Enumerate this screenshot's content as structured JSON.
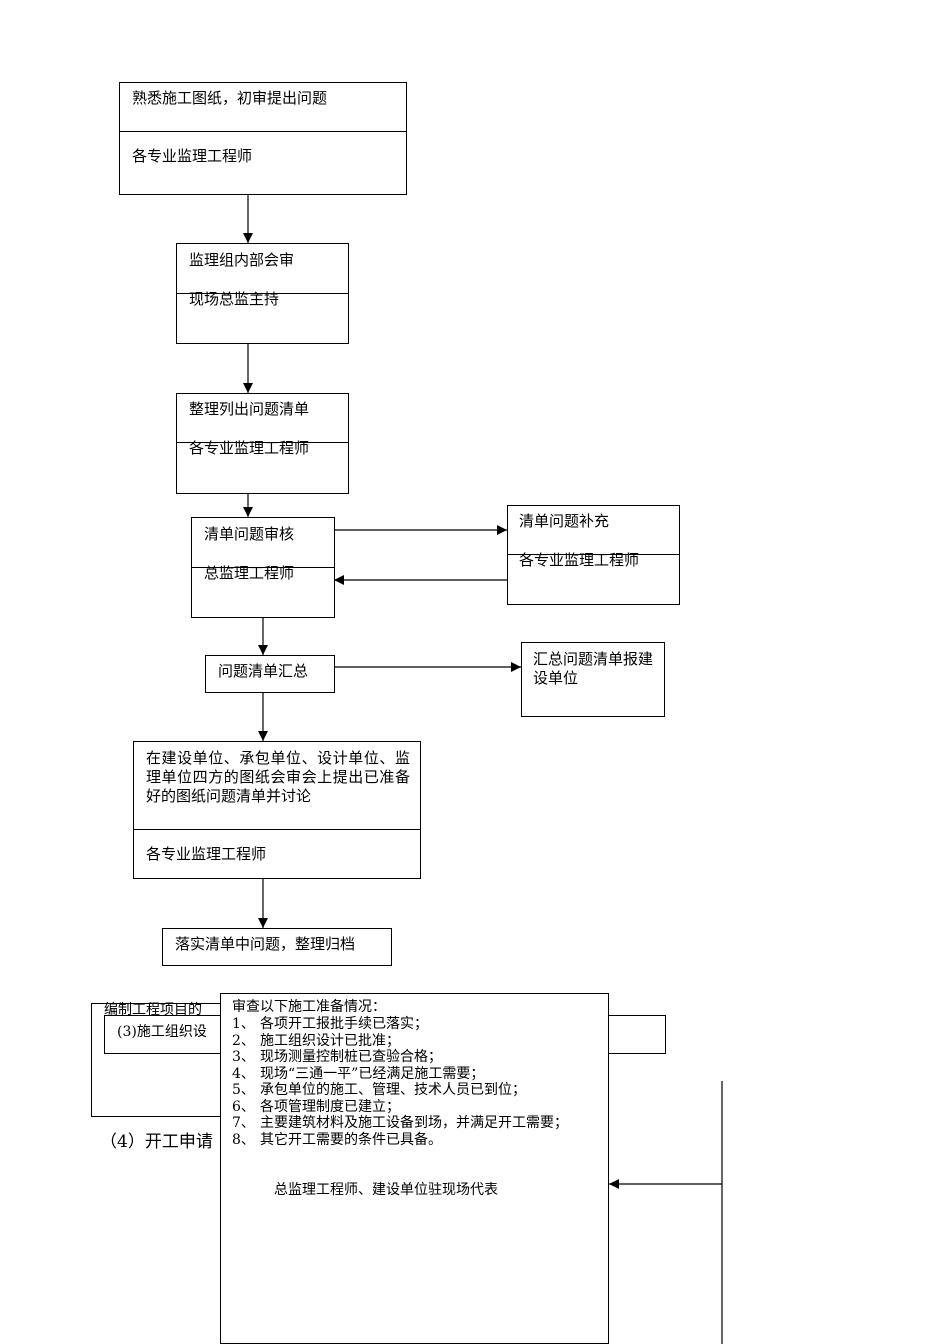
{
  "flow": {
    "step1": {
      "task": "熟悉施工图纸，初审提出问题",
      "role": "各专业监理工程师"
    },
    "step2": {
      "task": "监理组内部会审",
      "role": "现场总监主持"
    },
    "step3": {
      "task": "整理列出问题清单",
      "role": "各专业监理工程师"
    },
    "step4": {
      "task": "清单问题审核",
      "role": "总监理工程师"
    },
    "step4b": {
      "task": "清单问题补充",
      "role": "各专业监理工程师"
    },
    "step5": {
      "task": "问题清单汇总"
    },
    "step5b": {
      "task": "汇总问题清单报建设单位"
    },
    "step6": {
      "task": "在建设单位、承包单位、设计单位、监理单位四方的图纸会审会上提出已准备好的图纸问题清单并讨论",
      "role": "各专业监理工程师"
    },
    "step7": {
      "task": "落实清单中问题，整理归档"
    }
  },
  "section3": {
    "heading_partial": "编制工程项目的",
    "label_partial": "(3)施工组织设"
  },
  "section4": {
    "heading_partial": "（4）开工申请"
  },
  "checklist": {
    "title": "审查以下施工准备情况：",
    "items": [
      {
        "num": "1、",
        "text": "各项开工报批手续已落实；"
      },
      {
        "num": "2、",
        "text": "施工组织设计已批准；"
      },
      {
        "num": "3、",
        "text": "现场测量控制桩已查验合格；"
      },
      {
        "num": "4、",
        "text": "现场“三通一平”已经满足施工需要；"
      },
      {
        "num": "5、",
        "text": "承包单位的施工、管理、技术人员已到位；"
      },
      {
        "num": "6、",
        "text": "各项管理制度已建立；"
      },
      {
        "num": "7、",
        "text": "主要建筑材料及施工设备到场，并满足开工需要；"
      },
      {
        "num": "8、",
        "text": "其它开工需要的条件已具备。"
      }
    ],
    "footer": "总监理工程师、建设单位驻现场代表"
  }
}
